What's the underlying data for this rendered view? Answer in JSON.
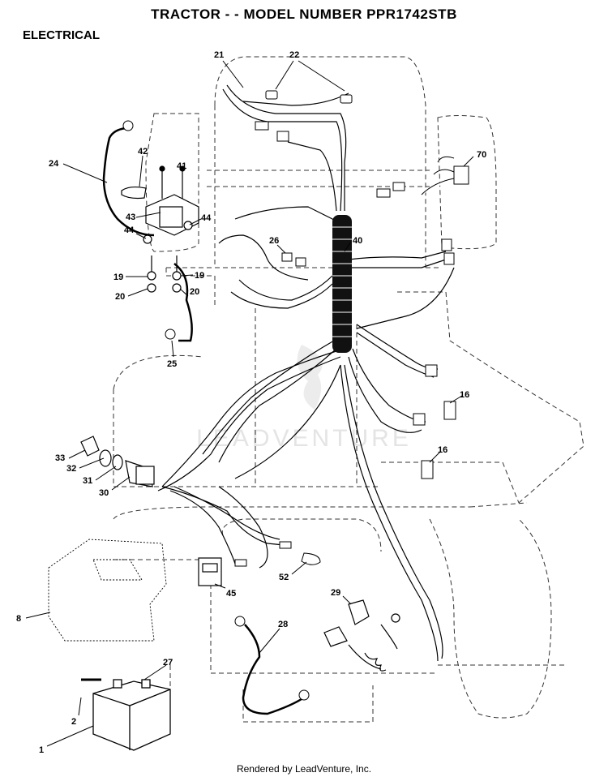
{
  "title": "TRACTOR - - MODEL NUMBER PPR1742STB",
  "section": "ELECTRICAL",
  "footer": "Rendered by LeadVenture, Inc.",
  "watermark": "LEADVENTURE",
  "callouts": {
    "c1": "1",
    "c2": "2",
    "c8": "8",
    "c16a": "16",
    "c16b": "16",
    "c19a": "19",
    "c19b": "19",
    "c20a": "20",
    "c20b": "20",
    "c21": "21",
    "c22": "22",
    "c24": "24",
    "c25": "25",
    "c26": "26",
    "c27": "27",
    "c28": "28",
    "c29": "29",
    "c30": "30",
    "c31": "31",
    "c32": "32",
    "c33": "33",
    "c40": "40",
    "c41": "41",
    "c42": "42",
    "c43": "43",
    "c44a": "44",
    "c44b": "44",
    "c45": "45",
    "c52": "52",
    "c70": "70"
  }
}
